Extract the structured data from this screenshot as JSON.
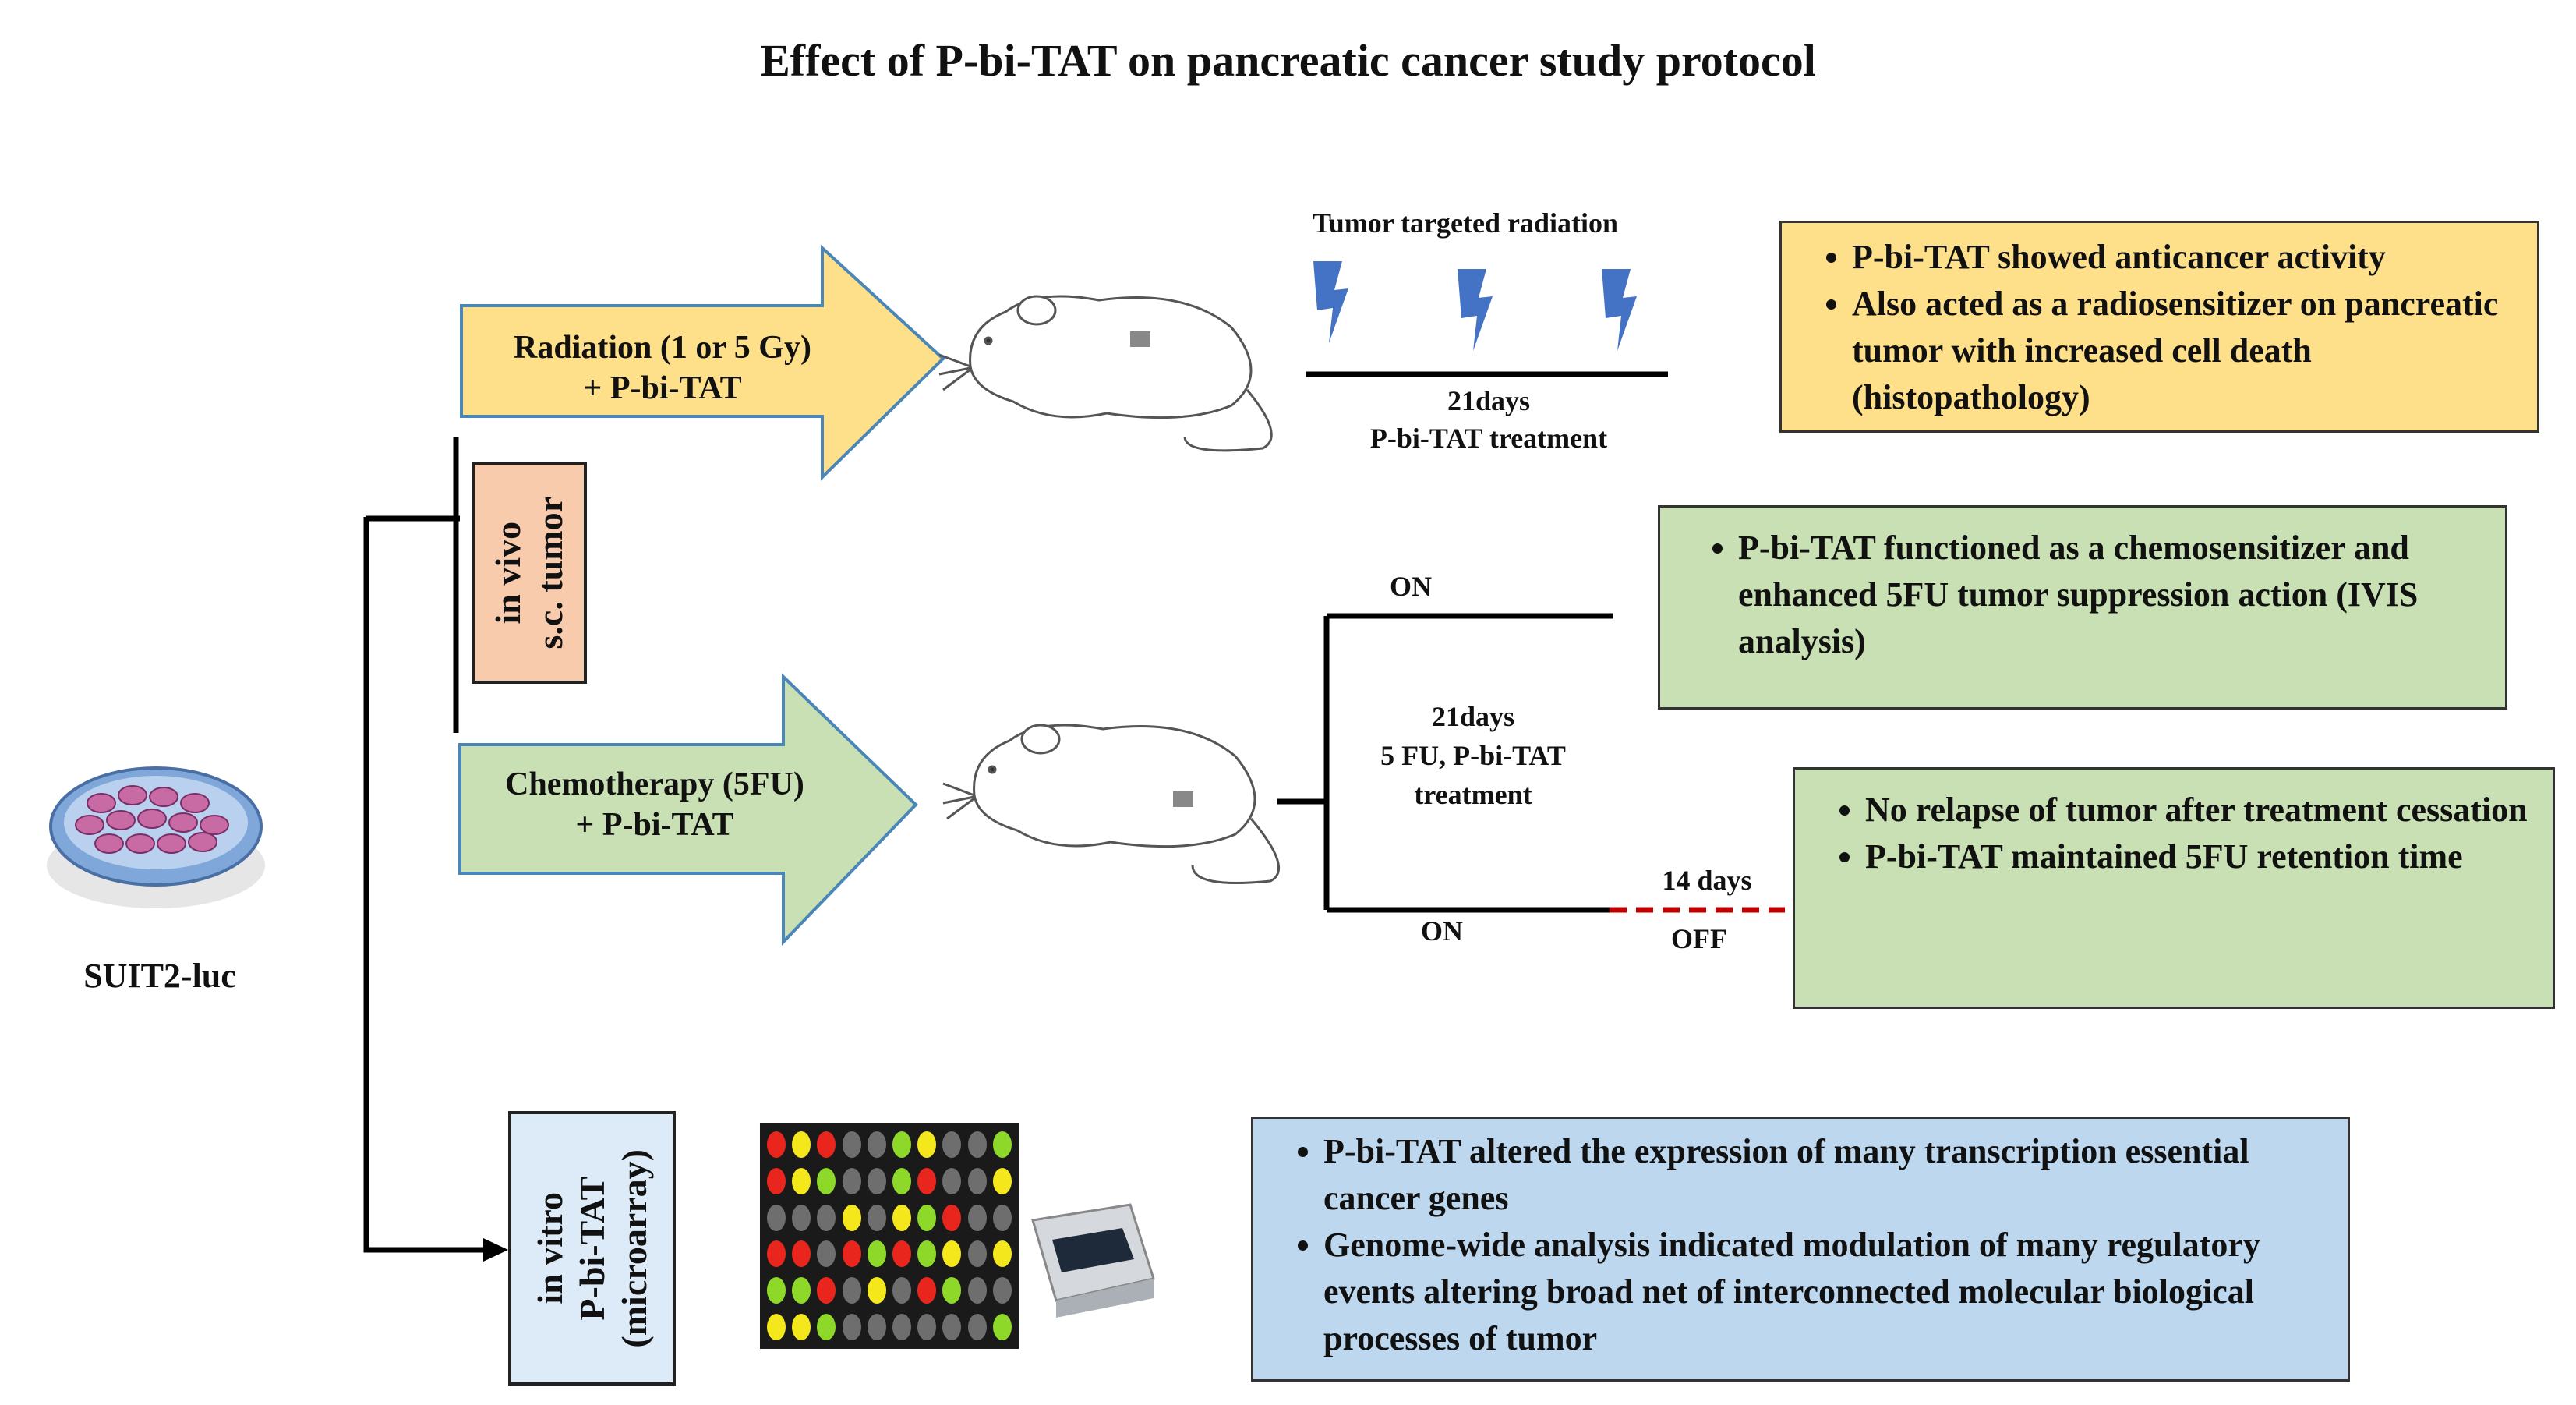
{
  "title": "Effect of P-bi-TAT on pancreatic cancer study protocol",
  "cell_line": "SUIT2-luc",
  "in_vivo_label": [
    "in vivo",
    "s.c. tumor"
  ],
  "in_vitro_label": [
    "in vitro",
    "P-bi-TAT",
    "(microarray)"
  ],
  "radiation_arrow": [
    "Radiation (1 or 5 Gy)",
    "+ P-bi-TAT"
  ],
  "chemo_arrow": [
    "Chemotherapy (5FU)",
    "+ P-bi-TAT"
  ],
  "radiation_timeline": {
    "header": "Tumor targeted radiation",
    "days": "21days",
    "treatment": "P-bi-TAT treatment"
  },
  "chemo_timeline": {
    "on_top": "ON",
    "on_bottom": "ON",
    "days": "21days",
    "drugs": "5 FU, P-bi-TAT",
    "treatment": "treatment",
    "off_days": "14 days",
    "off": "OFF"
  },
  "radiation_results": [
    "P-bi-TAT showed anticancer activity",
    "Also acted as a radiosensitizer on pancreatic tumor with increased cell death (histopathology)"
  ],
  "chemo_results_on": [
    "P-bi-TAT functioned as a chemosensitizer and enhanced 5FU tumor suppression action (IVIS analysis)"
  ],
  "chemo_results_off": [
    "No relapse of tumor after treatment cessation",
    "P-bi-TAT maintained 5FU retention time"
  ],
  "microarray_results": [
    "P-bi-TAT altered the expression of many transcription essential cancer genes",
    "Genome-wide analysis indicated modulation of many regulatory events altering broad net of interconnected molecular biological processes of tumor"
  ],
  "colors": {
    "yellow": "#FFE08A",
    "green": "#C9E0B4",
    "blue": "#BDD7EE",
    "salmon": "#F8CBAD",
    "lightblue_box": "#DCEBF7",
    "lightning": "#4472C4",
    "dashed": "#C00000"
  },
  "microarray_grid": [
    [
      "red",
      "yellow",
      "red",
      "gray",
      "gray",
      "green",
      "yellow",
      "gray",
      "gray",
      "green"
    ],
    [
      "red",
      "yellow",
      "green",
      "gray",
      "gray",
      "green",
      "red",
      "gray",
      "gray",
      "yellow"
    ],
    [
      "gray",
      "gray",
      "gray",
      "yellow",
      "gray",
      "yellow",
      "green",
      "red",
      "gray",
      "gray"
    ],
    [
      "red",
      "red",
      "gray",
      "red",
      "green",
      "red",
      "green",
      "yellow",
      "gray",
      "yellow"
    ],
    [
      "green",
      "green",
      "red",
      "gray",
      "yellow",
      "gray",
      "red",
      "green",
      "gray",
      "gray"
    ],
    [
      "yellow",
      "yellow",
      "green",
      "gray",
      "gray",
      "gray",
      "gray",
      "gray",
      "gray",
      "green"
    ]
  ]
}
